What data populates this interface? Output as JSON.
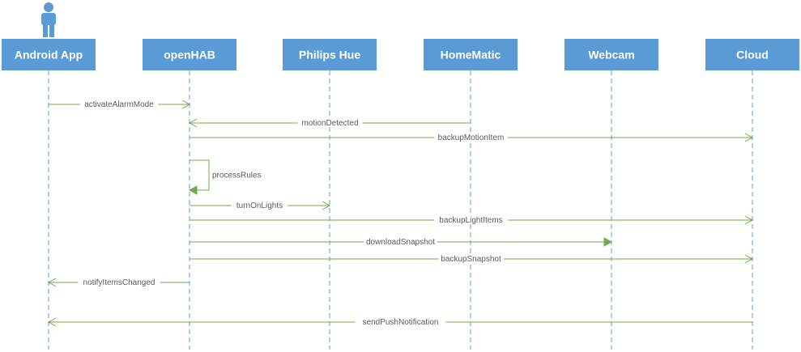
{
  "colors": {
    "actor_fill": "#5B9BD5",
    "actor_text": "#FFFFFF",
    "lifeline": "#5B9BD5",
    "message": "#70AD47",
    "label_text": "#5A5A5A",
    "stick_figure": "#5B9BD5"
  },
  "actors": [
    {
      "id": "android",
      "label": "Android App",
      "has_figure": true
    },
    {
      "id": "openhab",
      "label": "openHAB"
    },
    {
      "id": "hue",
      "label": "Philips Hue"
    },
    {
      "id": "homematic",
      "label": "HomeMatic"
    },
    {
      "id": "webcam",
      "label": "Webcam"
    },
    {
      "id": "cloud",
      "label": "Cloud"
    }
  ],
  "messages": [
    {
      "from": "android",
      "to": "openhab",
      "label": "activateAlarmMode",
      "arrow": "open"
    },
    {
      "from": "homematic",
      "to": "openhab",
      "label": "motionDetected",
      "arrow": "open"
    },
    {
      "from": "openhab",
      "to": "cloud",
      "label": "backupMotionItem",
      "arrow": "open"
    },
    {
      "from": "openhab",
      "to": "openhab",
      "label": "processRules",
      "arrow": "filled",
      "self": true
    },
    {
      "from": "openhab",
      "to": "hue",
      "label": "turnOnLights",
      "arrow": "open"
    },
    {
      "from": "openhab",
      "to": "cloud",
      "label": "backupLightItems",
      "arrow": "open"
    },
    {
      "from": "openhab",
      "to": "webcam",
      "label": "downloadSnapshot",
      "arrow": "filled"
    },
    {
      "from": "openhab",
      "to": "cloud",
      "label": "backupSnapshot",
      "arrow": "open"
    },
    {
      "from": "openhab",
      "to": "android",
      "label": "notifyItemsChanged",
      "arrow": "open"
    },
    {
      "from": "cloud",
      "to": "android",
      "label": "sendPushNotification",
      "arrow": "open"
    }
  ]
}
